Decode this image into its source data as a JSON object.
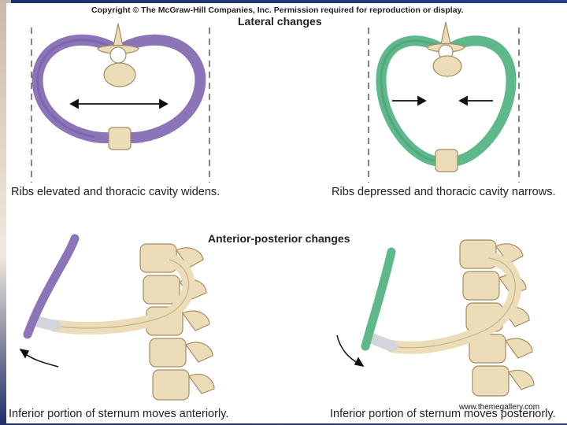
{
  "copyright": "Copyright © The McGraw-Hill Companies, Inc. Permission required for reproduction or display.",
  "lateral_title": "Lateral changes",
  "ap_title": "Anterior-posterior changes",
  "captions": {
    "lateral_widens": "Ribs elevated and thoracic cavity widens.",
    "lateral_narrows": "Ribs depressed and thoracic cavity narrows.",
    "ap_anterior": "Inferior portion of sternum moves anteriorly.",
    "ap_posterior": "Inferior portion of sternum moves posteriorly."
  },
  "watermark": "www.themegallery.com",
  "colors": {
    "purple_rib": "#8c74b8",
    "green_rib": "#5fb88a",
    "bone": "#ecdcb8",
    "slide_background": "#1d2f6a"
  }
}
